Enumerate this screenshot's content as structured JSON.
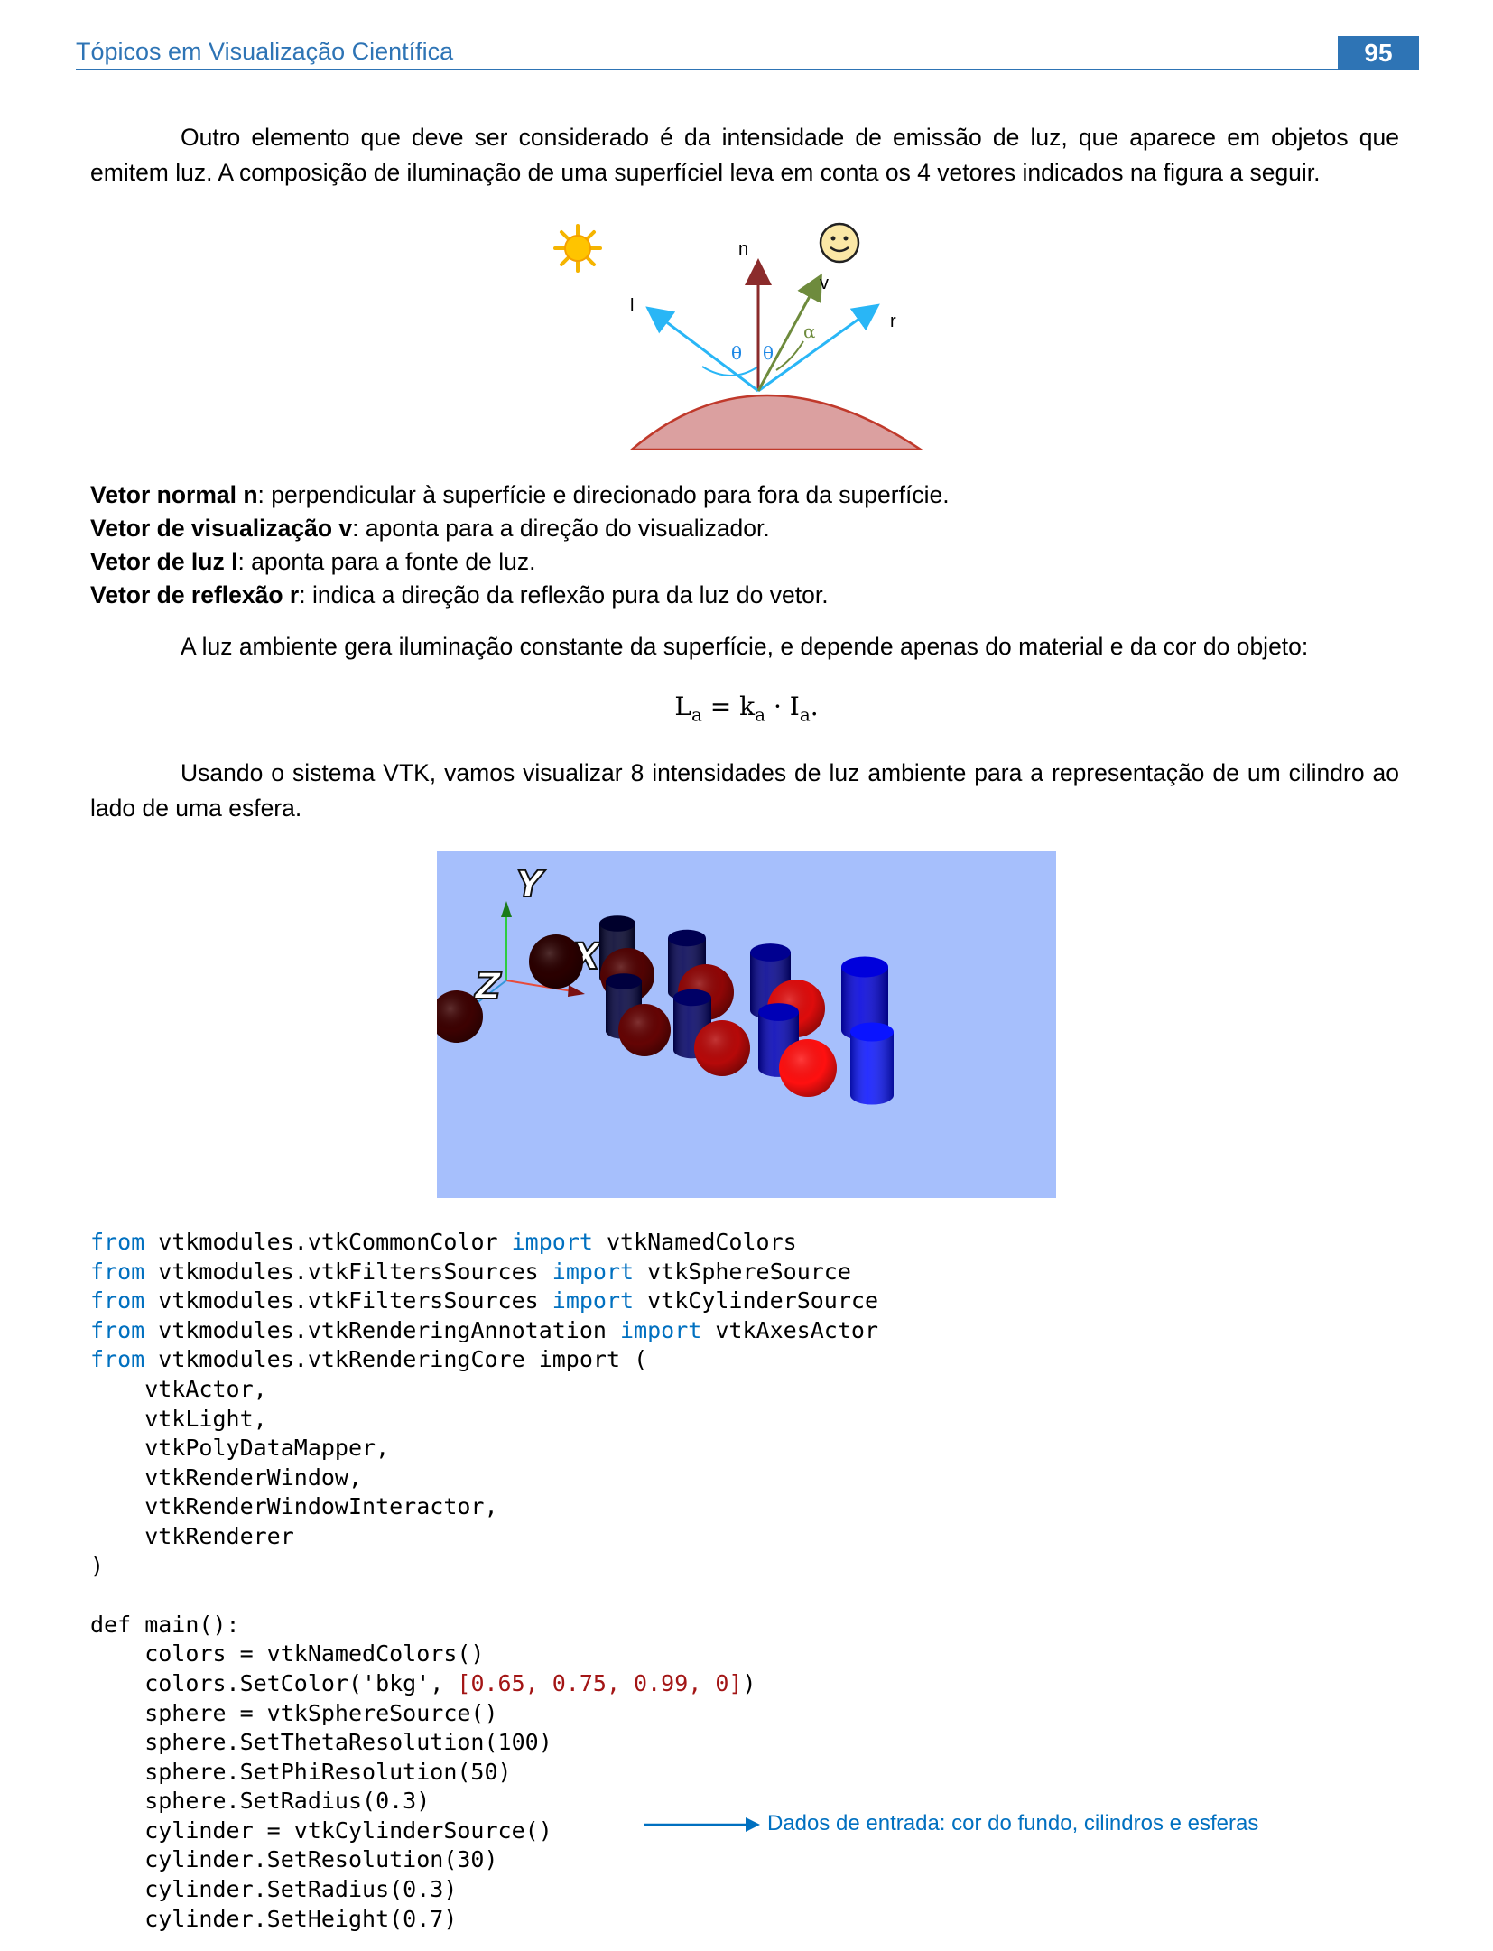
{
  "header": {
    "title": "Tópicos em Visualização Científica",
    "page_number": "95",
    "accent_color": "#2E74B5"
  },
  "intro": {
    "text": "Outro elemento que deve ser considerado é da intensidade de emissão de luz, que aparece em objetos que emitem luz. A composição de iluminação de uma superfíciel leva em conta os 4 vetores indicados na figura a seguir."
  },
  "diagram": {
    "labels": {
      "n": "n",
      "l": "l",
      "v": "v",
      "r": "r",
      "theta": "θ",
      "alpha": "α"
    },
    "icons": [
      "sun-icon",
      "smiley-face-icon"
    ]
  },
  "definitions": [
    {
      "term": "Vetor normal n",
      "text": ": perpendicular à superfície e direcionado para fora da superfície."
    },
    {
      "term": "Vetor de visualização v",
      "text": ": aponta para a direção do visualizador."
    },
    {
      "term": "Vetor de luz l",
      "text": ": aponta para a fonte de luz."
    },
    {
      "term": "Vetor de reflexão r",
      "text": ": indica a direção da reflexão pura da luz do vetor."
    }
  ],
  "ambient": {
    "text": "A luz ambiente gera iluminação constante da superfície, e depende apenas do material e da cor do objeto:"
  },
  "formula": {
    "lhs": "L",
    "lhs_sub": "a",
    "eq": " = ",
    "k": "k",
    "k_sub": "a",
    "dot": " · ",
    "i": "I",
    "i_sub": "a",
    "end": "."
  },
  "vtk_intro": {
    "text": "Usando o sistema VTK, vamos visualizar 8 intensidades de luz ambiente para a representação de um cilindro ao lado de uma esfera."
  },
  "render": {
    "background": "#A6BFFC",
    "axes": {
      "x": "X",
      "y": "Y",
      "z": "Z"
    },
    "sphere_colors": [
      "#2a0000",
      "#3d0202",
      "#510303",
      "#640404",
      "#8f0606",
      "#b60909",
      "#de0c0c",
      "#ff1010"
    ],
    "cylinder_colors": [
      "#00002c",
      "#00003e",
      "#000052",
      "#000066",
      "#000090",
      "#0000b6",
      "#0000dc",
      "#0a14ff"
    ]
  },
  "code": {
    "lines": [
      [
        [
          "kw",
          "from"
        ],
        [
          "t",
          " vtkmodules.vtkCommonColor "
        ],
        [
          "kw",
          "import"
        ],
        [
          "t",
          " vtkNamedColors"
        ]
      ],
      [
        [
          "kw",
          "from"
        ],
        [
          "t",
          " vtkmodules.vtkFiltersSources "
        ],
        [
          "kw",
          "import"
        ],
        [
          "t",
          " vtkSphereSource"
        ]
      ],
      [
        [
          "kw",
          "from"
        ],
        [
          "t",
          " vtkmodules.vtkFiltersSources "
        ],
        [
          "kw",
          "import"
        ],
        [
          "t",
          " vtkCylinderSource"
        ]
      ],
      [
        [
          "kw",
          "from"
        ],
        [
          "t",
          " vtkmodules.vtkRenderingAnnotation "
        ],
        [
          "kw",
          "import"
        ],
        [
          "t",
          " vtkAxesActor"
        ]
      ],
      [
        [
          "kw",
          "from"
        ],
        [
          "t",
          " vtkmodules.vtkRenderingCore import ("
        ]
      ],
      [
        [
          "t",
          "    vtkActor,"
        ]
      ],
      [
        [
          "t",
          "    vtkLight,"
        ]
      ],
      [
        [
          "t",
          "    vtkPolyDataMapper,"
        ]
      ],
      [
        [
          "t",
          "    vtkRenderWindow,"
        ]
      ],
      [
        [
          "t",
          "    vtkRenderWindowInteractor,"
        ]
      ],
      [
        [
          "t",
          "    vtkRenderer"
        ]
      ],
      [
        [
          "t",
          ")"
        ]
      ],
      [
        [
          "t",
          ""
        ]
      ],
      [
        [
          "t",
          "def main():"
        ]
      ],
      [
        [
          "t",
          "    colors = vtkNamedColors()"
        ]
      ],
      [
        [
          "t",
          "    colors.SetColor('bkg', "
        ],
        [
          "num",
          "[0.65, 0.75, 0.99, 0]"
        ],
        [
          "t",
          ")"
        ]
      ],
      [
        [
          "t",
          "    sphere = vtkSphereSource()"
        ]
      ],
      [
        [
          "t",
          "    sphere.SetThetaResolution(100)"
        ]
      ],
      [
        [
          "t",
          "    sphere.SetPhiResolution(50)"
        ]
      ],
      [
        [
          "t",
          "    sphere.SetRadius(0.3)"
        ]
      ],
      [
        [
          "t",
          "    cylinder = vtkCylinderSource()"
        ]
      ],
      [
        [
          "t",
          "    cylinder.SetResolution(30)"
        ]
      ],
      [
        [
          "t",
          "    cylinder.SetRadius(0.3)"
        ]
      ],
      [
        [
          "t",
          "    cylinder.SetHeight(0.7)"
        ]
      ]
    ]
  },
  "annotation": {
    "text": "Dados de entrada: cor do fundo, cilindros e esferas",
    "color": "#0070C0"
  }
}
